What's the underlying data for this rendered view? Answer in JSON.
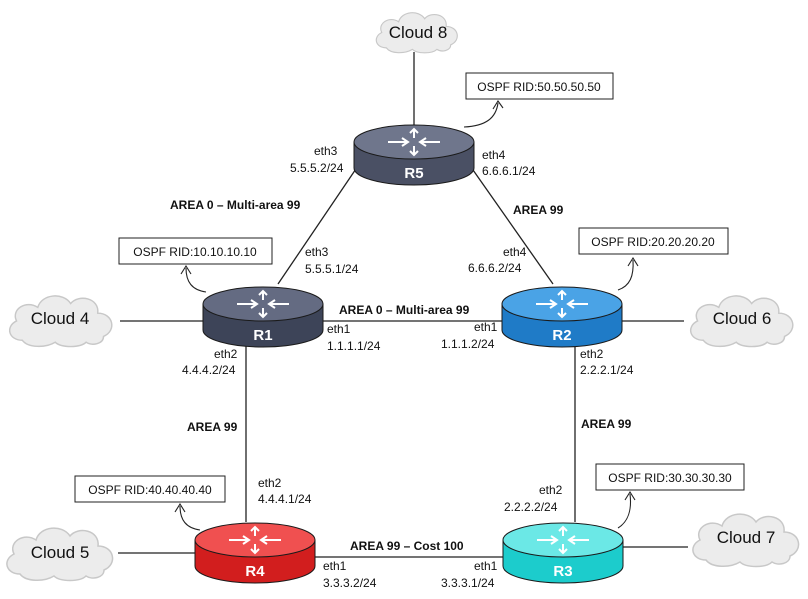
{
  "routers": [
    {
      "id": "R5",
      "label": "R5",
      "color": "#4a5064",
      "top": "#6f768c"
    },
    {
      "id": "R1",
      "label": "R1",
      "color": "#3d4458",
      "top": "#646b82"
    },
    {
      "id": "R2",
      "label": "R2",
      "color": "#1f7bc7",
      "top": "#4aa3e6"
    },
    {
      "id": "R3",
      "label": "R3",
      "color": "#1ccccc",
      "top": "#6be8e6"
    },
    {
      "id": "R4",
      "label": "R4",
      "color": "#d21e1e",
      "top": "#f05050"
    }
  ],
  "clouds": [
    {
      "id": "cloud8",
      "label": "Cloud 8"
    },
    {
      "id": "cloud4",
      "label": "Cloud 4"
    },
    {
      "id": "cloud6",
      "label": "Cloud 6"
    },
    {
      "id": "cloud5",
      "label": "Cloud 5"
    },
    {
      "id": "cloud7",
      "label": "Cloud 7"
    }
  ],
  "rids": [
    {
      "router": "R5",
      "text": "OSPF RID:50.50.50.50"
    },
    {
      "router": "R1",
      "text": "OSPF RID:10.10.10.10"
    },
    {
      "router": "R2",
      "text": "OSPF RID:20.20.20.20"
    },
    {
      "router": "R3",
      "text": "OSPF RID:30.30.30.30"
    },
    {
      "router": "R4",
      "text": "OSPF RID:40.40.40.40"
    }
  ],
  "interfaces": [
    {
      "id": "r5-eth3",
      "name": "eth3",
      "ip": "5.5.5.2/24"
    },
    {
      "id": "r5-eth4",
      "name": "eth4",
      "ip": "6.6.6.1/24"
    },
    {
      "id": "r1-eth3",
      "name": "eth3",
      "ip": "5.5.5.1/24"
    },
    {
      "id": "r2-eth4",
      "name": "eth4",
      "ip": "6.6.6.2/24"
    },
    {
      "id": "r1-eth1",
      "name": "eth1",
      "ip": "1.1.1.1/24"
    },
    {
      "id": "r2-eth1",
      "name": "eth1",
      "ip": "1.1.1.2/24"
    },
    {
      "id": "r1-eth2",
      "name": "eth2",
      "ip": "4.4.4.2/24"
    },
    {
      "id": "r2-eth2",
      "name": "eth2",
      "ip": "2.2.2.1/24"
    },
    {
      "id": "r4-eth2",
      "name": "eth2",
      "ip": "4.4.4.1/24"
    },
    {
      "id": "r3-eth2",
      "name": "eth2",
      "ip": "2.2.2.2/24"
    },
    {
      "id": "r4-eth1",
      "name": "eth1",
      "ip": "3.3.3.2/24"
    },
    {
      "id": "r3-eth1",
      "name": "eth1",
      "ip": "3.3.3.1/24"
    }
  ],
  "areas": [
    {
      "id": "r1-r5",
      "text": "AREA 0 – Multi-area 99"
    },
    {
      "id": "r5-r2",
      "text": "AREA 99"
    },
    {
      "id": "r1-r2",
      "text": "AREA 0 – Multi-area 99"
    },
    {
      "id": "r1-r4",
      "text": "AREA 99"
    },
    {
      "id": "r2-r3",
      "text": "AREA 99"
    },
    {
      "id": "r4-r3",
      "text": "AREA 99 – Cost 100"
    }
  ]
}
